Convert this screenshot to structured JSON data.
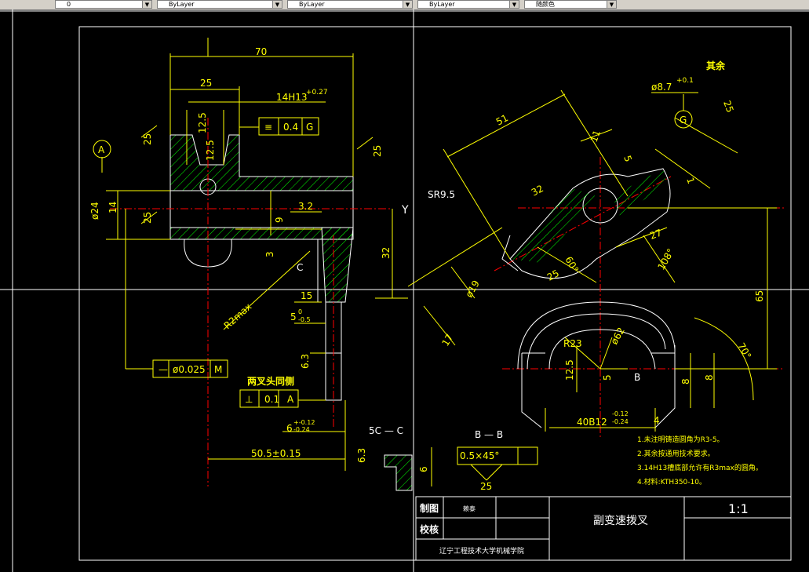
{
  "toolbar": {
    "layer_value": "0",
    "color_value": "ByLayer",
    "linetype_value": "ByLayer",
    "lineweight_value": "ByLayer",
    "plotstyle_value": "随颜色"
  },
  "drawing": {
    "colors": {
      "background": "#000000",
      "yellow": "#ffff00",
      "white": "#ffffff",
      "red": "#ff0000",
      "green": "#00ff00"
    },
    "front_view": {
      "dim_70": "70",
      "dim_25_top": "25",
      "dim_14h13": "14H13",
      "tol_14h13": "+0.27",
      "dim_12_5_a": "12.5",
      "dim_12_5_b": "12.5",
      "flatness_symbol": "≡",
      "flatness_value": "0.4",
      "flatness_datum": "G",
      "rough_left_top": "25",
      "rough_right_top": "25",
      "datum_a": "A",
      "dim_d24": "ø24",
      "dim_14_vert": "14",
      "rough_left_mid": "25",
      "rough_3_2": "3.2",
      "dim_9": "9",
      "dim_3": "3",
      "axis_y": "Y",
      "dim_32": "32",
      "section_c": "C",
      "dim_r2max": "R2max",
      "dim_15": "15",
      "dim_5_tol": "5",
      "dim_5_tol_low": "-0.5",
      "dim_5_tol_up": "0",
      "rough_6_3": "6.3",
      "pos_symbol": "—",
      "pos_value": "ø0.025",
      "pos_modifier": "M",
      "note_both_fork": "两叉头同侧",
      "perp_symbol": "⊥",
      "perp_value": "0.1",
      "perp_datum": "A",
      "dim_6": "6",
      "dim_6_tol": "+-0.12",
      "dim_6_tol_low": "-0.24",
      "section_label_cc": "5C — C",
      "dim_50_5": "50.5±0.15",
      "rough_6_3_b": "6.3",
      "sect_dim_6": "6"
    },
    "side_view": {
      "dim_51": "51",
      "dim_11": "11",
      "dim_32": "32",
      "dim_sr9_5": "SR9.5",
      "dim_d8_7": "ø8.7",
      "dim_d8_7_tol": "+0.1",
      "datum_g": "G",
      "rough_25": "25",
      "rough_5": "5",
      "rest_rough": "其余",
      "dim_1": "1",
      "dim_27": "27",
      "dim_108": "108°",
      "dim_60": "60°",
      "dim_25": "25",
      "dim_d19": "ø19",
      "dim_17": "17",
      "dim_r23": "R23",
      "dim_d62": "ø62",
      "dim_12_5": "12.5",
      "dim_5": "5",
      "label_b": "B",
      "dim_65": "65",
      "dim_70deg": "70°",
      "dim_8a": "8",
      "dim_8b": "8",
      "dim_40b12": "40B12",
      "dim_40b12_tol_up": "-0.12",
      "dim_40b12_tol_low": "-0.24",
      "dim_4": "4",
      "section_bb": "B — B",
      "chamfer": "0.5×45°",
      "chamfer_rough": "25"
    },
    "notes": [
      "1.未注明铸造圆角为R3-5。",
      "2.其余按通用技术要求。",
      "3.14H13槽底部允许有R3max的圆角。",
      "4.材料:KTH350-10。"
    ],
    "title_block": {
      "draw_label": "制图",
      "draw_name": "赖泰",
      "check_label": "校核",
      "part_name": "副变速拨叉",
      "scale": "1:1",
      "school": "辽宁工程技术大学机械学院"
    }
  }
}
